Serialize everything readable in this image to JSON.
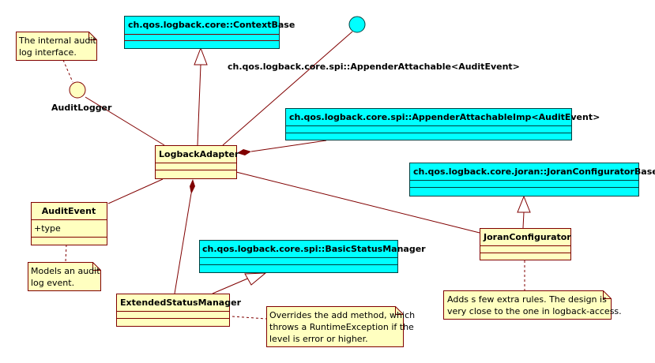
{
  "colors": {
    "external_class": "#00ffff",
    "local_class": "#ffffc0",
    "line": "#800000"
  },
  "classes": {
    "context_base": "ch.qos.logback.core::ContextBase",
    "appender_attachable_imp": "ch.qos.logback.core.spi::AppenderAttachableImp<AuditEvent>",
    "logback_adapter": "LogbackAdapter",
    "joran_configurator_base": "ch.qos.logback.core.joran::JoranConfiguratorBase",
    "audit_event": "AuditEvent",
    "audit_event_attr": "+type",
    "joran_configurator": "JoranConfigurator",
    "basic_status_manager": "ch.qos.logback.core.spi::BasicStatusManager",
    "extended_status_manager": "ExtendedStatusManager"
  },
  "interfaces": {
    "audit_logger": "AuditLogger",
    "appender_attachable": "ch.qos.logback.core.spi::AppenderAttachable<AuditEvent>"
  },
  "notes": {
    "audit_logger": [
      "The internal audit",
      "log interface."
    ],
    "audit_event": [
      "Models an audit",
      "log event."
    ],
    "extended_status": [
      "Overrides the add method, which",
      "throws a RuntimeException if the",
      "level is error or higher."
    ],
    "joran": [
      "Adds s few extra rules. The design is",
      "very close to the one in logback-access."
    ]
  }
}
